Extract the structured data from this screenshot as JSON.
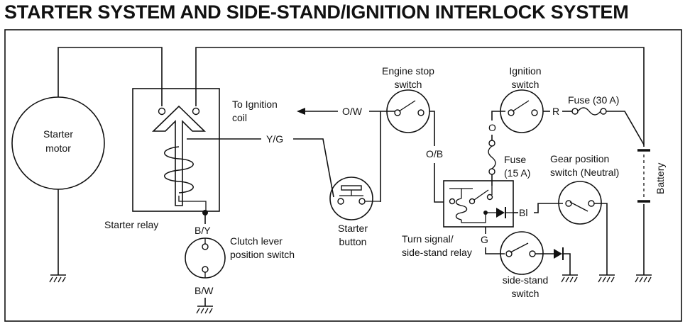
{
  "title": "STARTER SYSTEM AND SIDE-STAND/IGNITION INTERLOCK SYSTEM",
  "components": {
    "starter_motor": [
      "Starter",
      "motor"
    ],
    "starter_relay": "Starter relay",
    "clutch_switch": [
      "Clutch lever",
      "position switch"
    ],
    "ignition_coil": [
      "To Ignition",
      "coil"
    ],
    "engine_stop": [
      "Engine stop",
      "switch"
    ],
    "starter_button": [
      "Starter",
      "button"
    ],
    "ignition_switch": [
      "Ignition",
      "switch"
    ],
    "fuse_main": "Fuse (30 A)",
    "fuse_15": [
      "Fuse",
      "(15 A)"
    ],
    "gear_switch": [
      "Gear position",
      "switch (Neutral)"
    ],
    "battery": "Battery",
    "turn_relay": [
      "Turn signal/",
      "side-stand relay"
    ],
    "side_stand": [
      "side-stand",
      "switch"
    ]
  },
  "wires": {
    "ow": "O/W",
    "yg": "Y/G",
    "ob": "O/B",
    "by": "B/Y",
    "bw": "B/W",
    "r": "R",
    "o": "O",
    "bl": "Bl",
    "g": "G"
  }
}
